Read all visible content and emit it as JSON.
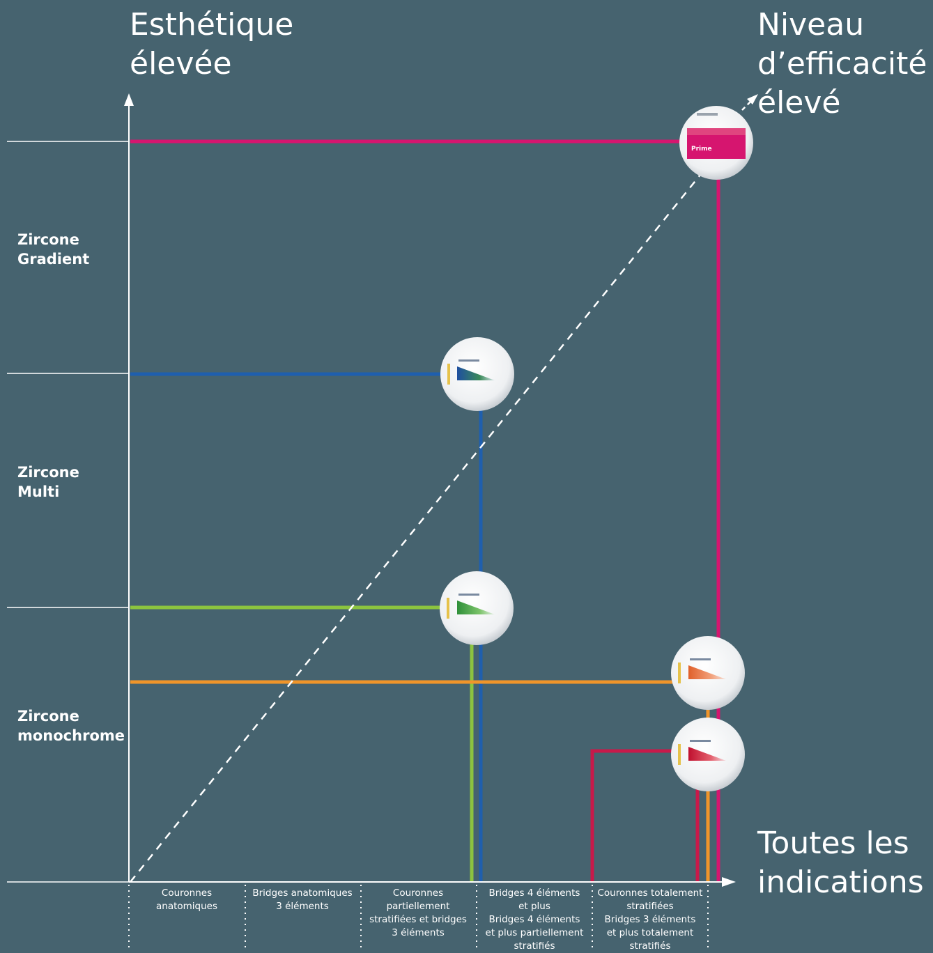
{
  "titles": {
    "y_axis": [
      "Esthétique",
      "élevée"
    ],
    "top_right": [
      "Niveau",
      "d’efficacité",
      "élevé"
    ],
    "x_axis": [
      "Toutes les",
      "indications"
    ]
  },
  "categories": [
    {
      "lines": [
        "Zircone",
        "Gradient"
      ]
    },
    {
      "lines": [
        "Zircone",
        "Multi"
      ]
    },
    {
      "lines": [
        "Zircone",
        "monochrome"
      ]
    }
  ],
  "indications": [
    {
      "lines": [
        "Couronnes",
        "anatomiques"
      ]
    },
    {
      "lines": [
        "Bridges anatomiques",
        "3 éléments"
      ]
    },
    {
      "lines": [
        "Couronnes partiellement",
        "stratifiées et bridges",
        "3 éléments"
      ]
    },
    {
      "lines": [
        "Bridges 4 éléments",
        "et plus",
        "Bridges 4 éléments",
        "et plus partiellement",
        "stratifiés"
      ]
    },
    {
      "lines": [
        "Couronnes totalement",
        "stratifiées",
        "Bridges 3 éléments",
        "et plus totalement",
        "stratifiés"
      ]
    }
  ],
  "products": [
    {
      "name": "Prime",
      "color": "#d6156f",
      "label": "Prime"
    },
    {
      "name": "blue-multi",
      "color": "#1f5fae"
    },
    {
      "name": "green-multi",
      "color": "#8cc43f"
    },
    {
      "name": "orange-mono",
      "color": "#f0952a"
    },
    {
      "name": "red-mono",
      "color": "#c8194a"
    }
  ],
  "colors": {
    "background": "#46636f",
    "axis": "#ffffff"
  }
}
